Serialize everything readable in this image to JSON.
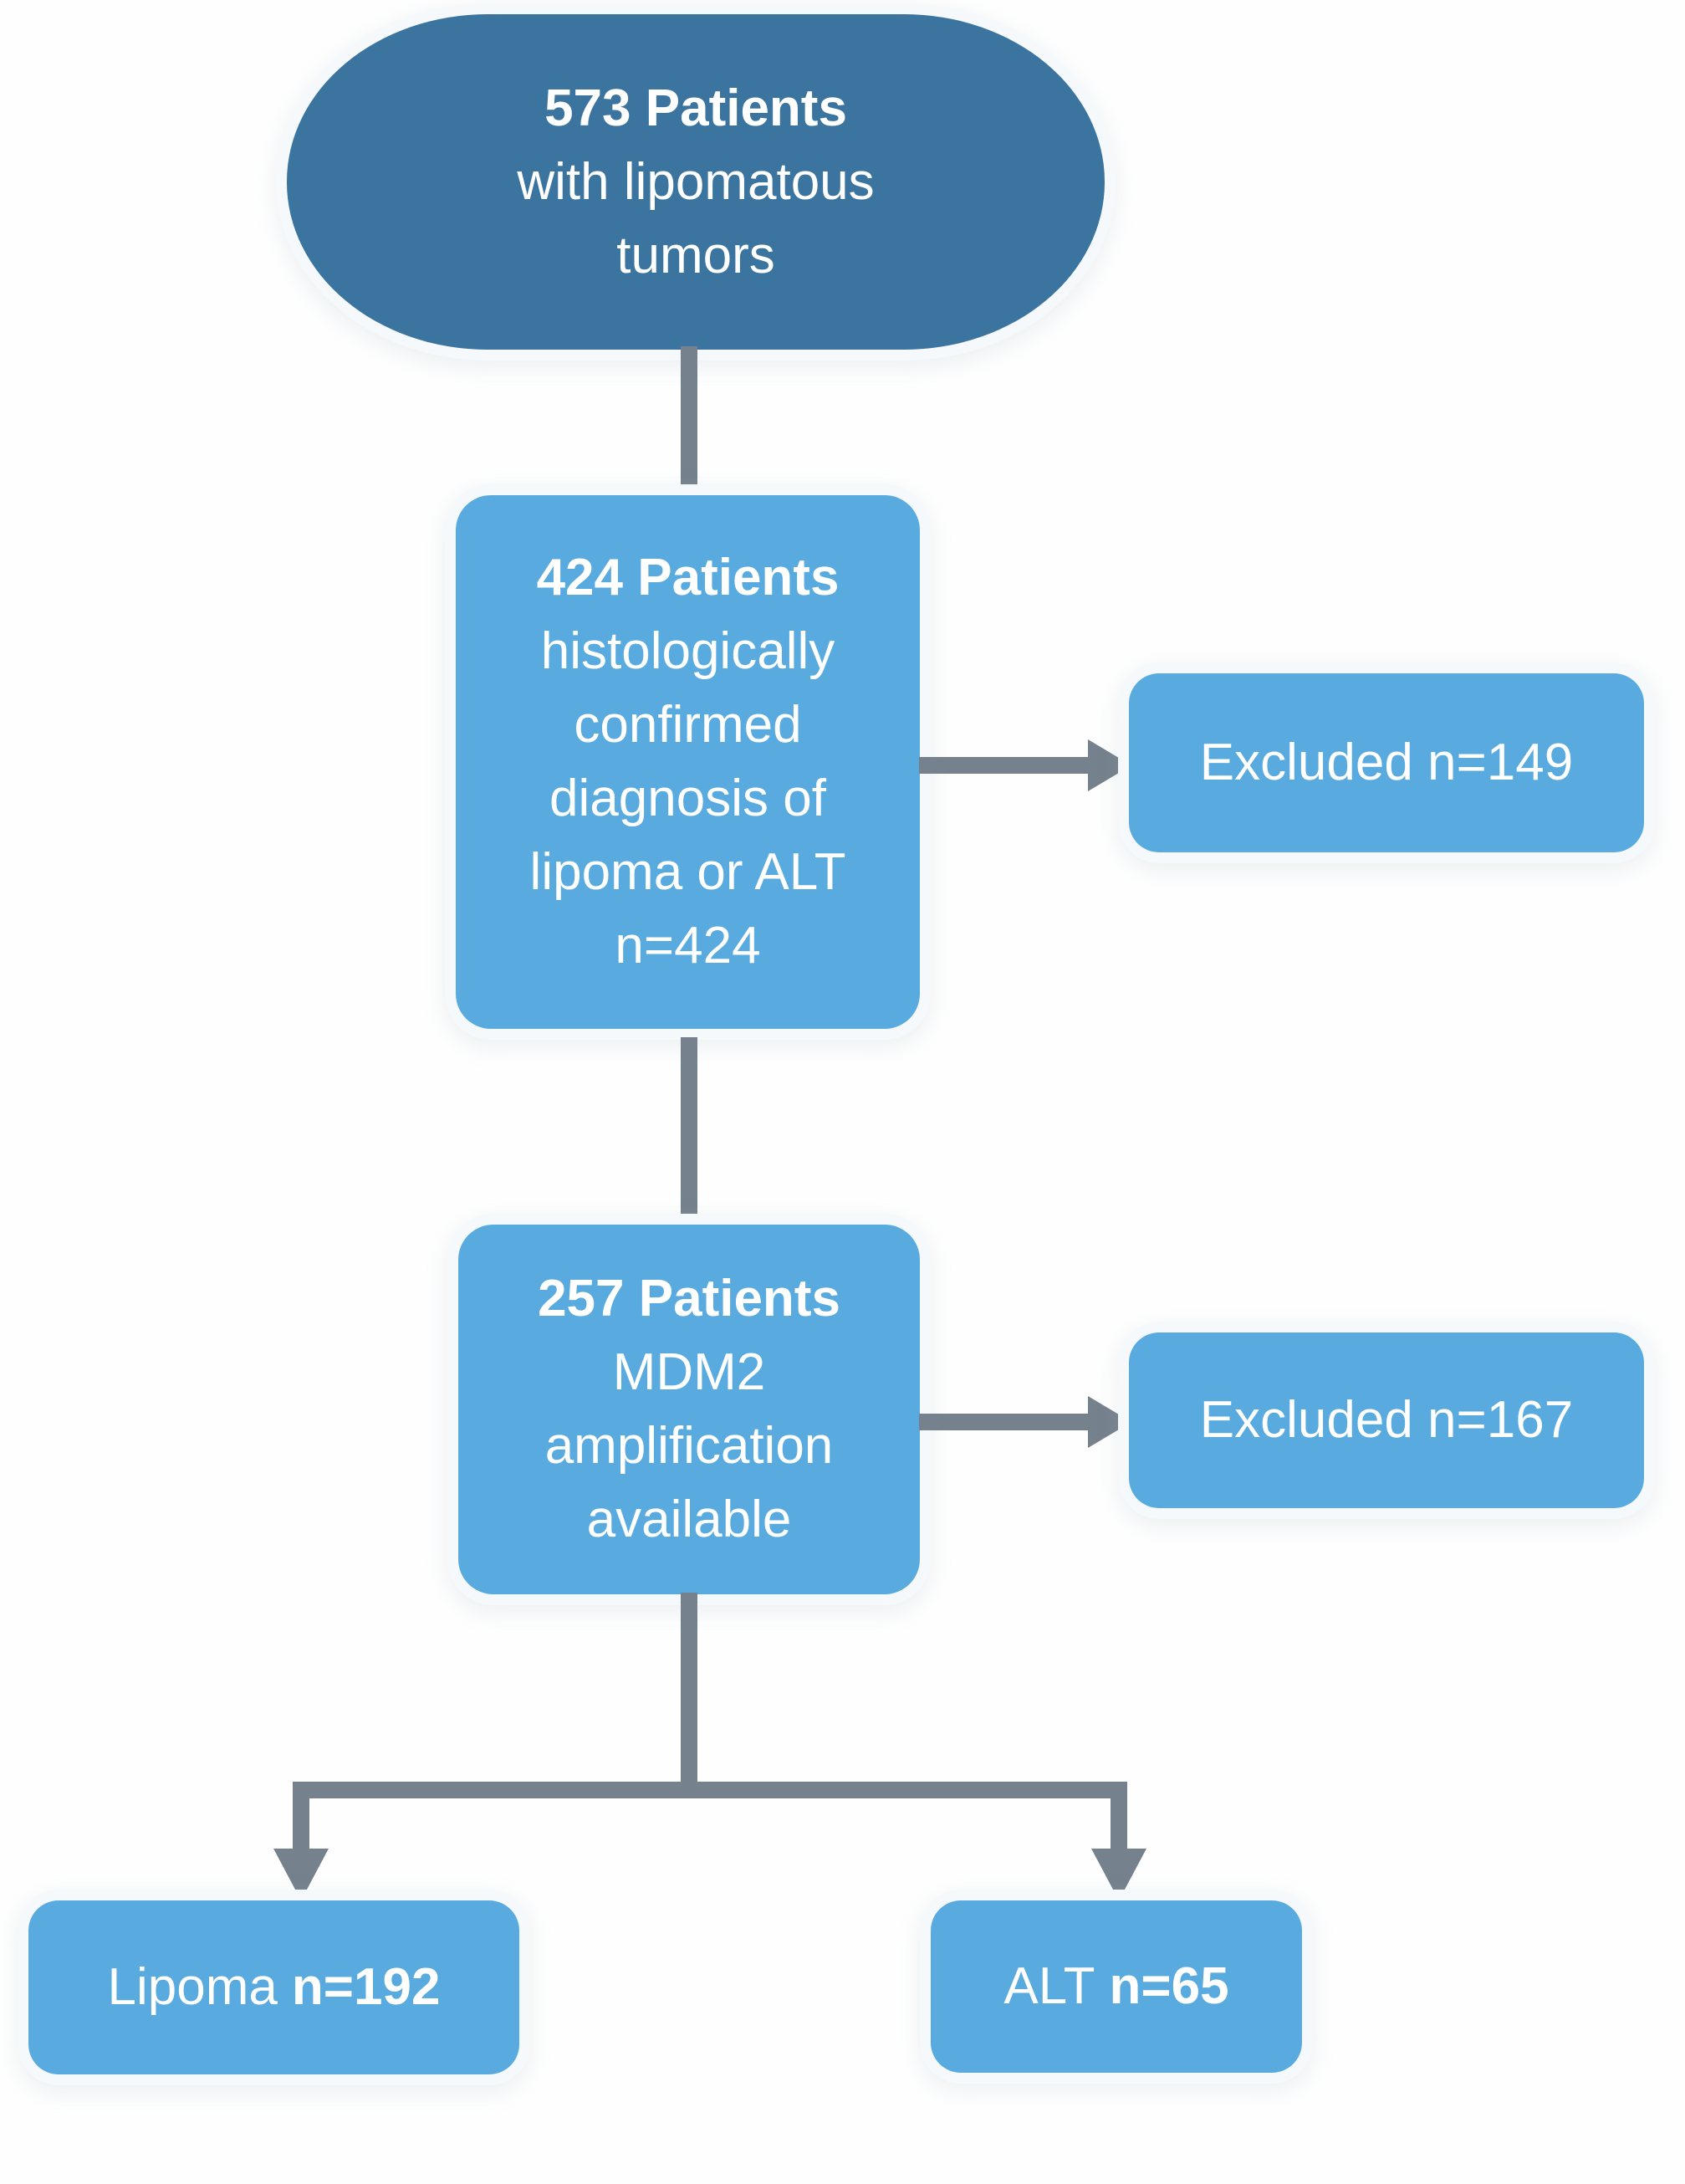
{
  "colors": {
    "node_dark": "#3A749F",
    "node_light": "#58AADF",
    "connector": "#75818D",
    "background": "#FEFEFE",
    "text": "#FFFFFF",
    "halo": "#F6F9FB"
  },
  "flowchart": {
    "start": {
      "heading": "573 Patients",
      "lines": [
        "with lipomatous",
        "tumors"
      ]
    },
    "step1": {
      "heading": "424 Patients",
      "lines": [
        "histologically",
        "confirmed",
        "diagnosis of",
        "lipoma or ALT",
        "n=424"
      ]
    },
    "excluded1": {
      "label": "Excluded n=149"
    },
    "step2": {
      "heading": "257 Patients",
      "lines": [
        "MDM2",
        "amplification",
        "available"
      ]
    },
    "excluded2": {
      "label": "Excluded n=167"
    },
    "outcomes": {
      "left": {
        "label": "Lipoma",
        "count": "n=192"
      },
      "right": {
        "label": "ALT",
        "count": "n=65"
      }
    }
  }
}
